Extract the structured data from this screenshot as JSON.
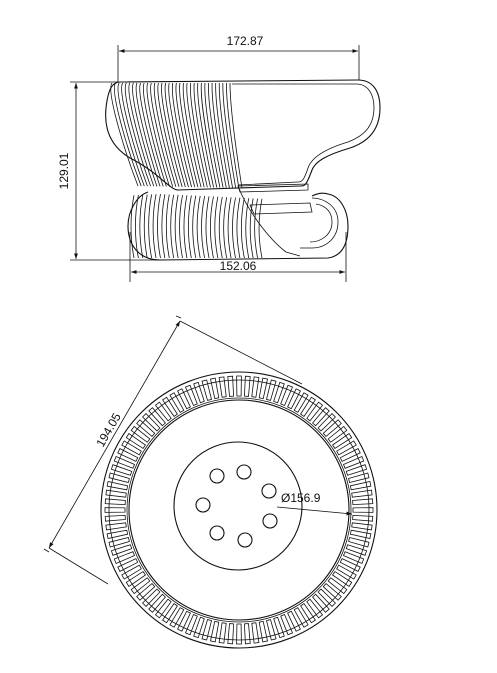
{
  "dimensions": {
    "top_width": "172.87",
    "height": "129.01",
    "base_width": "152.06",
    "diagonal": "194.05",
    "diameter": "Ø156.9"
  },
  "colors": {
    "line": "#111111",
    "background": "#ffffff"
  }
}
